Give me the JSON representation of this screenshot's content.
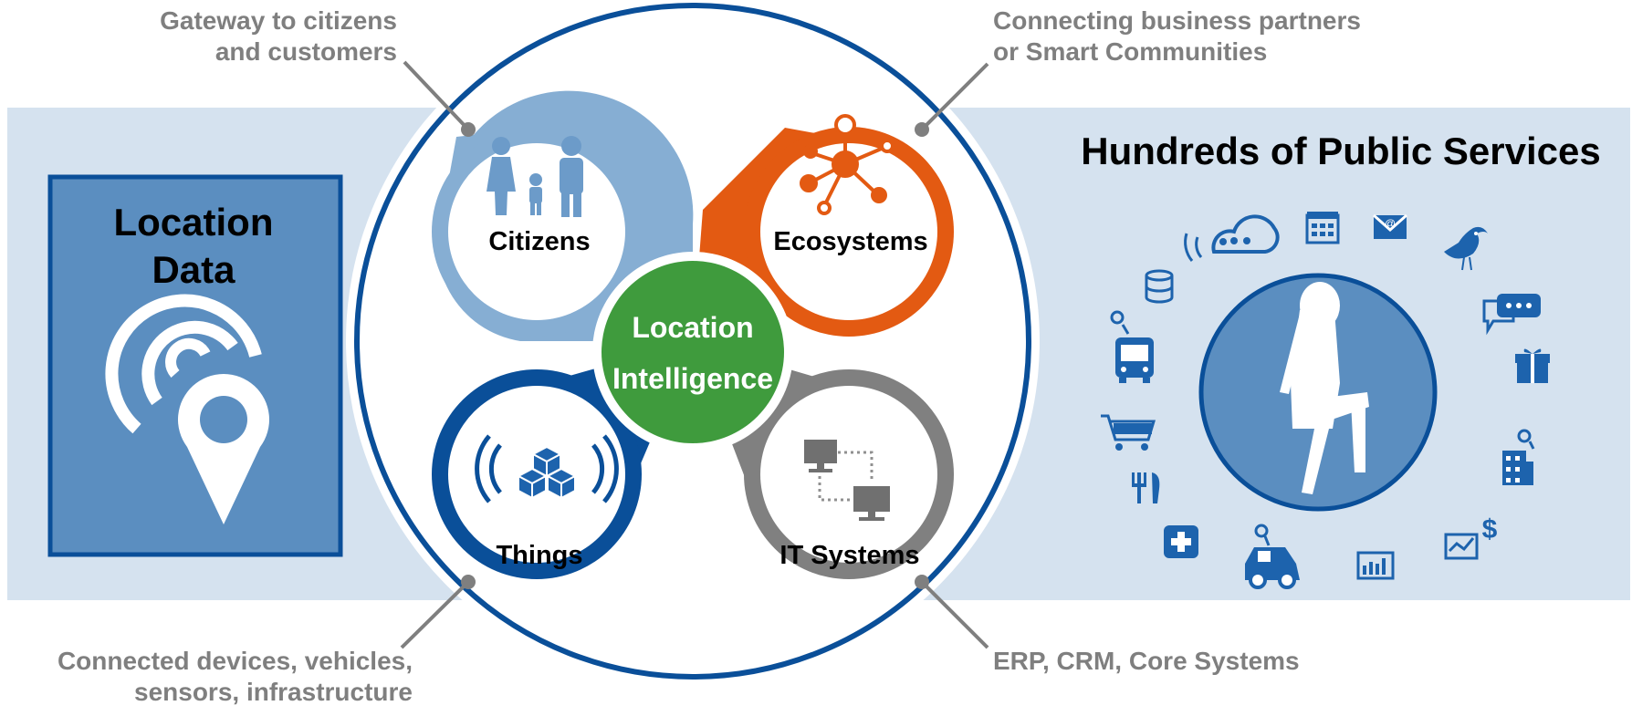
{
  "location_data": {
    "title_line1": "Location",
    "title_line2": "Data"
  },
  "center": {
    "line1": "Location",
    "line2": "Intelligence"
  },
  "quadrants": {
    "citizens": "Citizens",
    "ecosystems": "Ecosystems",
    "things": "Things",
    "it_systems": "IT Systems"
  },
  "callouts": {
    "top_left": [
      "Gateway to citizens",
      "and customers"
    ],
    "top_right": [
      "Connecting business partners",
      "or Smart Communities"
    ],
    "bottom_left": [
      "Connected devices, vehicles,",
      "sensors, infrastructure"
    ],
    "bottom_right": [
      "ERP, CRM, Core Systems"
    ]
  },
  "services": {
    "title": "Hundreds of Public Services",
    "icons": [
      "cloud-icon",
      "calendar-icon",
      "mail-icon",
      "bird-icon",
      "database-icon",
      "chat-icon",
      "bus-icon",
      "gift-icon",
      "shopping-cart-icon",
      "building-icon",
      "restaurant-icon",
      "dollar-chart-icon",
      "medical-icon",
      "car-icon",
      "bar-chart-icon",
      "person-silhouette-icon"
    ]
  },
  "colors": {
    "band": "#d5e2ef",
    "box": "#5b8ec0",
    "navy": "#0a4f99",
    "light_blue": "#86aed3",
    "orange": "#e35a12",
    "gray": "#808080",
    "green": "#3f9b3d",
    "callout_text": "#7f7f7f"
  }
}
